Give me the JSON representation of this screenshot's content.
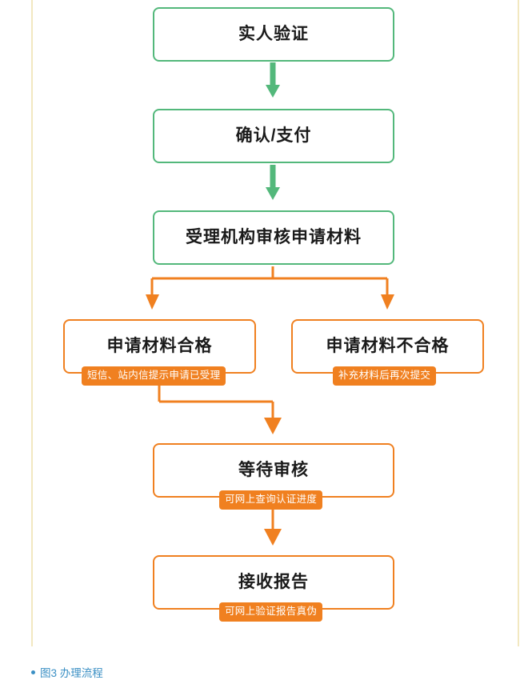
{
  "figure": {
    "caption": "图3 办理流程",
    "caption_bullet": "bullet-dot",
    "colors": {
      "green_border": "#53b87b",
      "orange_border": "#f08020",
      "tag_background": "#f08020",
      "tag_text": "#ffffff",
      "frame_border": "#f2e8c0",
      "caption_text": "#3a8fc4"
    }
  },
  "nodes": [
    {
      "id": "n1",
      "label": "实人验证",
      "color": "green",
      "tag": null
    },
    {
      "id": "n2",
      "label": "确认/支付",
      "color": "green",
      "tag": null
    },
    {
      "id": "n3",
      "label": "受理机构审核申请材料",
      "color": "green",
      "tag": null
    },
    {
      "id": "n4",
      "label": "申请材料合格",
      "color": "orange",
      "tag": "短信、站内信提示申请已受理"
    },
    {
      "id": "n5",
      "label": "申请材料不合格",
      "color": "orange",
      "tag": "补充材料后再次提交"
    },
    {
      "id": "n6",
      "label": "等待审核",
      "color": "orange",
      "tag": "可网上查询认证进度"
    },
    {
      "id": "n7",
      "label": "接收报告",
      "color": "orange",
      "tag": "可网上验证报告真伪"
    }
  ],
  "edges": [
    {
      "from": "n1",
      "to": "n2",
      "color": "#53b87b"
    },
    {
      "from": "n2",
      "to": "n3",
      "color": "#53b87b"
    },
    {
      "from": "n3",
      "to": "n4",
      "color": "#f08020"
    },
    {
      "from": "n3",
      "to": "n5",
      "color": "#f08020"
    },
    {
      "from": "n4",
      "to": "n6",
      "color": "#f08020"
    },
    {
      "from": "n6",
      "to": "n7",
      "color": "#f08020"
    }
  ]
}
